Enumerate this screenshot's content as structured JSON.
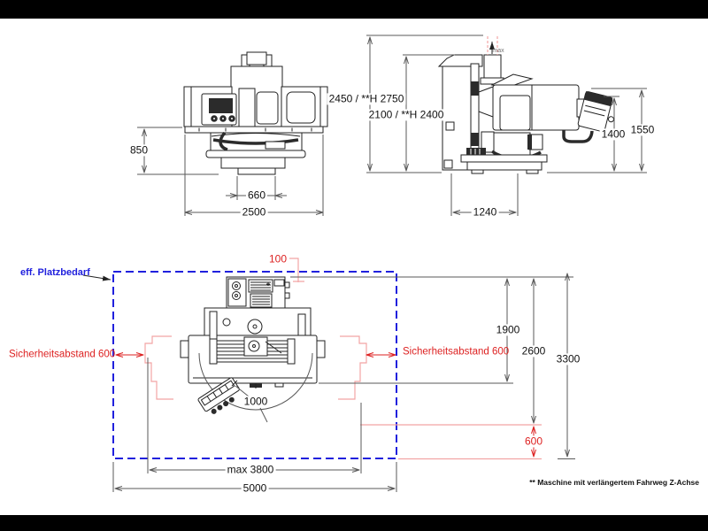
{
  "colors": {
    "red": "#dd2222",
    "lred": "#f2a5a5",
    "blue": "#2020dd",
    "line": "#5a5a5a",
    "ink": "#222222"
  },
  "front_view": {
    "dim_height": "850",
    "dim_foot_width": "660",
    "dim_total_width": "2500"
  },
  "side_view": {
    "dim_height_total": "2450 / **H 2750",
    "dim_height_cabin": "2100 / **H 2400",
    "dim_pendant_height": "1400",
    "dim_head_height": "1550",
    "dim_depth": "1240",
    "max_label": "max"
  },
  "plan_view": {
    "label_platzbedarf": "eff. Platzbedarf",
    "dim_offset_top": "100",
    "label_safety_left": "Sicherheitsabstand 600",
    "label_safety_right": "Sicherheitsabstand 600",
    "dim_depth_1900": "1900",
    "dim_depth_2600": "2600",
    "dim_depth_3300": "3300",
    "dim_swing_radius": "1000",
    "dim_rear_600": "600",
    "dim_max_width": "max 3800",
    "dim_total_width": "5000"
  },
  "footnote": "** Maschine mit verlängertem Fahrweg Z-Achse"
}
